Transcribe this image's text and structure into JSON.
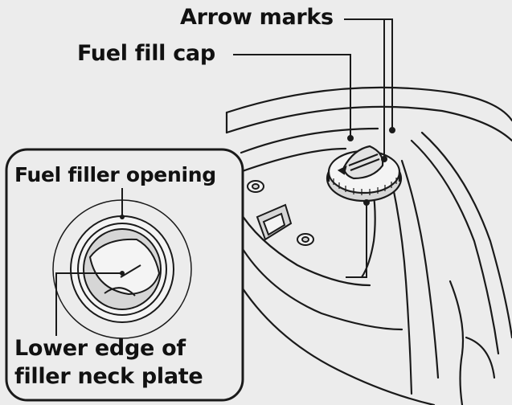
{
  "labels": {
    "arrow_marks": "Arrow marks",
    "fuel_fill_cap": "Fuel fill cap",
    "fuel_filler_opening": "Fuel filler opening",
    "lower_edge_line1": "Lower edge of",
    "lower_edge_line2": "filler neck plate"
  },
  "colors": {
    "background": "#ececec",
    "line": "#1a1a1a",
    "fill_light": "#f4f4f4",
    "fill_shade": "#d6d6d6"
  }
}
